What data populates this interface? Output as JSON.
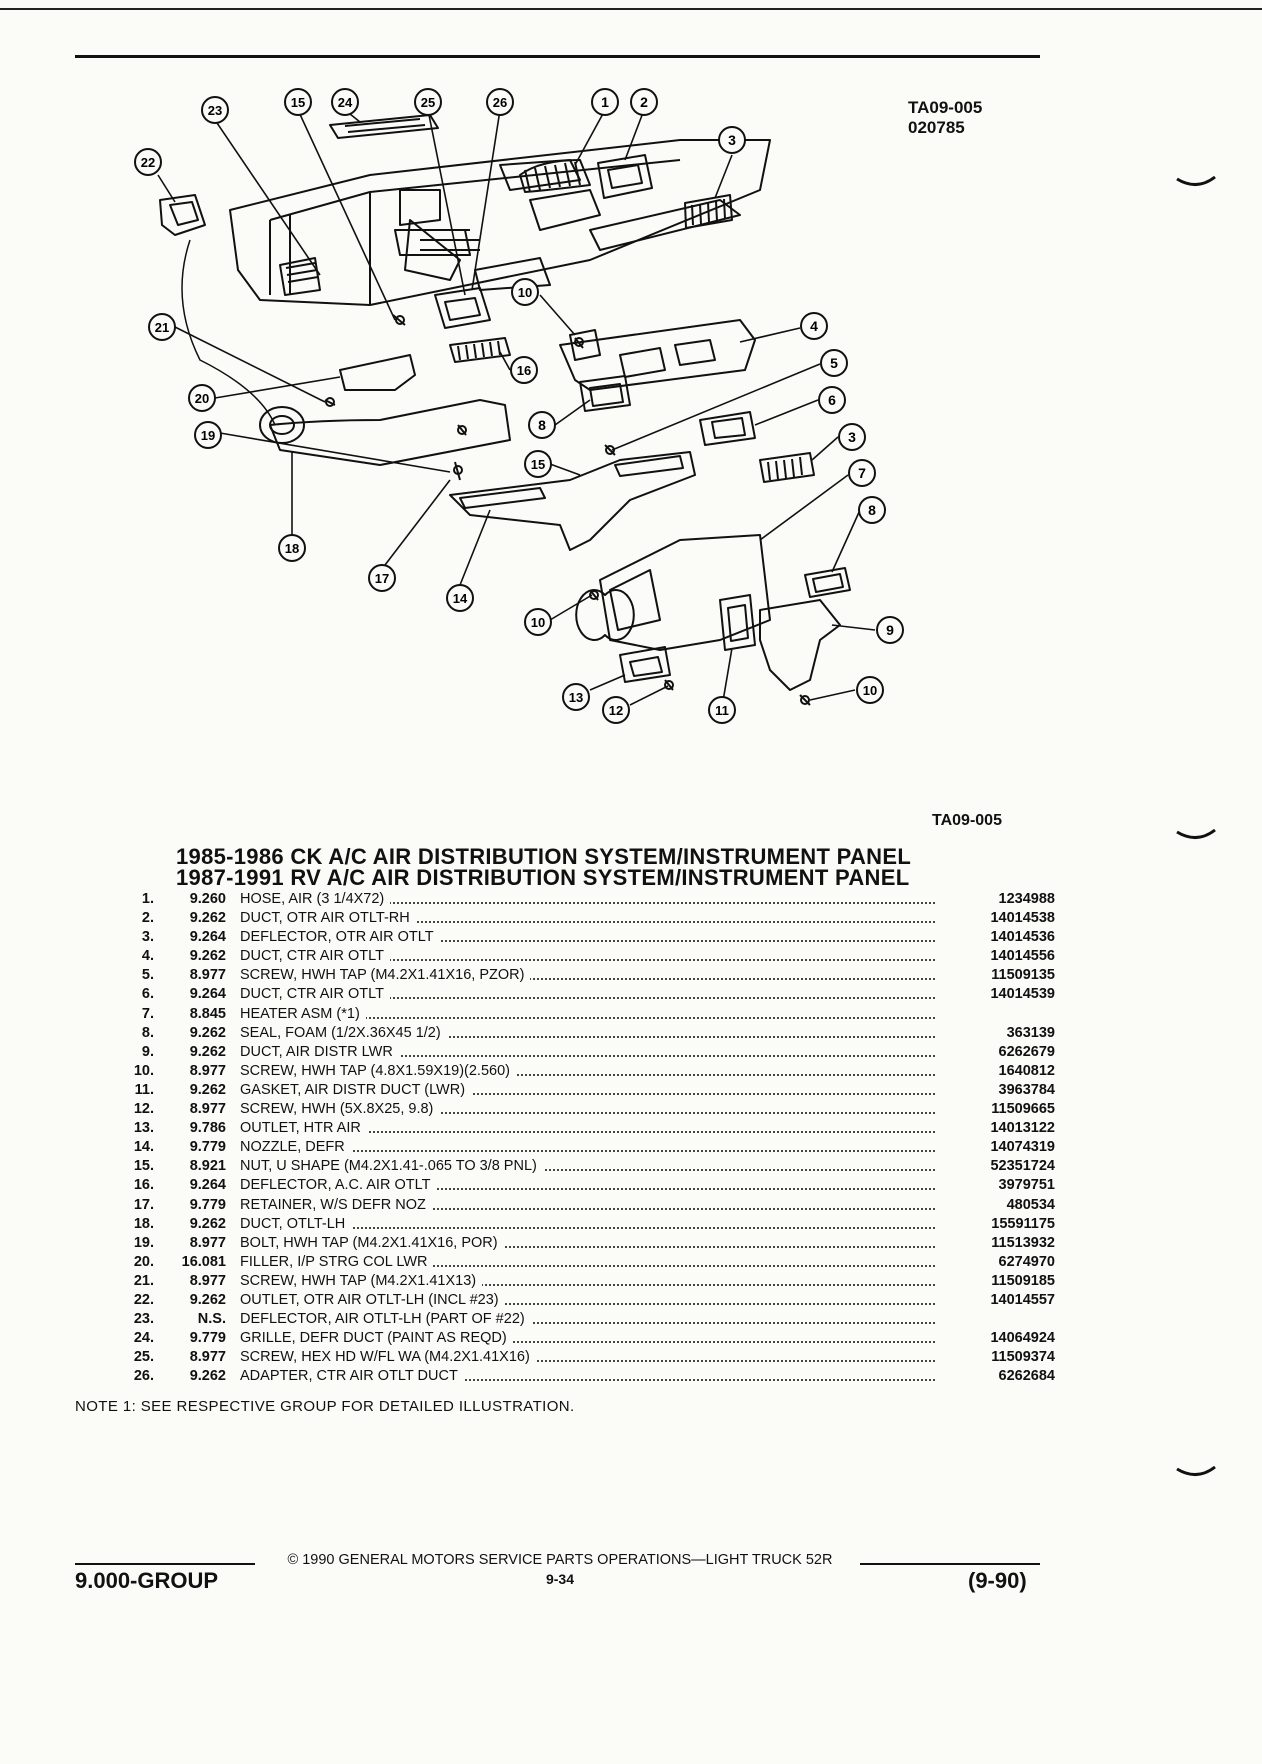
{
  "figure": {
    "code_top": "TA09-005",
    "date_code": "020785",
    "code_bottom": "TA09-005",
    "callouts": [
      "23",
      "15",
      "24",
      "25",
      "26",
      "1",
      "2",
      "3",
      "22",
      "10",
      "4",
      "21",
      "16",
      "5",
      "20",
      "8",
      "6",
      "19",
      "3",
      "15",
      "7",
      "8",
      "18",
      "17",
      "14",
      "10",
      "9",
      "13",
      "12",
      "11",
      "10"
    ]
  },
  "title": {
    "line1": "1985-1986 CK A/C AIR DISTRIBUTION SYSTEM/INSTRUMENT PANEL",
    "line2": "1987-1991 RV A/C AIR DISTRIBUTION SYSTEM/INSTRUMENT PANEL"
  },
  "parts": [
    {
      "num": "1.",
      "group": "9.260",
      "name": "HOSE",
      "detail": ", AIR (3 1/4X72)",
      "part": "1234988"
    },
    {
      "num": "2.",
      "group": "9.262",
      "name": "DUCT",
      "detail": ", OTR AIR OTLT-RH",
      "part": "14014538"
    },
    {
      "num": "3.",
      "group": "9.264",
      "name": "DEFLECTOR",
      "detail": ", OTR AIR OTLT",
      "part": "14014536"
    },
    {
      "num": "4.",
      "group": "9.262",
      "name": "DUCT",
      "detail": ", CTR AIR OTLT",
      "part": "14014556"
    },
    {
      "num": "5.",
      "group": "8.977",
      "name": "SCREW",
      "detail": ", HWH TAP (M4.2X1.41X16, PZOR)",
      "part": "11509135"
    },
    {
      "num": "6.",
      "group": "9.264",
      "name": "DUCT",
      "detail": ", CTR AIR OTLT",
      "part": "14014539"
    },
    {
      "num": "7.",
      "group": "8.845",
      "name": "HEATER ASM",
      "detail": " (*1)",
      "part": ""
    },
    {
      "num": "8.",
      "group": "9.262",
      "name": "SEAL",
      "detail": ", FOAM (1/2X.36X45 1/2)",
      "part": "363139"
    },
    {
      "num": "9.",
      "group": "9.262",
      "name": "DUCT",
      "detail": ", AIR DISTR LWR",
      "part": "6262679"
    },
    {
      "num": "10.",
      "group": "8.977",
      "name": "SCREW",
      "detail": ", HWH TAP (4.8X1.59X19)(2.560)",
      "part": "1640812"
    },
    {
      "num": "11.",
      "group": "9.262",
      "name": "GASKET",
      "detail": ", AIR DISTR DUCT (LWR)",
      "part": "3963784"
    },
    {
      "num": "12.",
      "group": "8.977",
      "name": "SCREW",
      "detail": ", HWH (5X.8X25, 9.8)",
      "part": "11509665"
    },
    {
      "num": "13.",
      "group": "9.786",
      "name": "OUTLET",
      "detail": ", HTR AIR",
      "part": "14013122"
    },
    {
      "num": "14.",
      "group": "9.779",
      "name": "NOZZLE",
      "detail": ", DEFR",
      "part": "14074319"
    },
    {
      "num": "15.",
      "group": "8.921",
      "name": "NUT",
      "detail": ", U SHAPE (M4.2X1.41-.065 TO 3/8 PNL)",
      "part": "52351724"
    },
    {
      "num": "16.",
      "group": "9.264",
      "name": "DEFLECTOR",
      "detail": ", A.C. AIR OTLT",
      "part": "3979751"
    },
    {
      "num": "17.",
      "group": "9.779",
      "name": "RETAINER",
      "detail": ", W/S DEFR NOZ",
      "part": "480534"
    },
    {
      "num": "18.",
      "group": "9.262",
      "name": "DUCT",
      "detail": ", OTLT-LH",
      "part": "15591175"
    },
    {
      "num": "19.",
      "group": "8.977",
      "name": "BOLT",
      "detail": ", HWH TAP (M4.2X1.41X16, POR)",
      "part": "11513932"
    },
    {
      "num": "20.",
      "group": "16.081",
      "name": "FILLER",
      "detail": ", I/P STRG COL LWR",
      "part": "6274970"
    },
    {
      "num": "21.",
      "group": "8.977",
      "name": "SCREW",
      "detail": ", HWH TAP (M4.2X1.41X13)",
      "part": "11509185"
    },
    {
      "num": "22.",
      "group": "9.262",
      "name": "OUTLET",
      "detail": ", OTR AIR OTLT-LH (INCL #23)",
      "part": "14014557"
    },
    {
      "num": "23.",
      "group": "N.S.",
      "name": "DEFLECTOR",
      "detail": ", AIR OTLT-LH (PART OF #22)",
      "part": ""
    },
    {
      "num": "24.",
      "group": "9.779",
      "name": "GRILLE",
      "detail": ", DEFR DUCT (PAINT AS REQD)",
      "part": "14064924"
    },
    {
      "num": "25.",
      "group": "8.977",
      "name": "SCREW",
      "detail": ", HEX HD W/FL WA (M4.2X1.41X16)",
      "part": "11509374"
    },
    {
      "num": "26.",
      "group": "9.262",
      "name": "ADAPTER",
      "detail": ", CTR AIR OTLT DUCT",
      "part": "6262684"
    }
  ],
  "note": "NOTE  1: SEE RESPECTIVE GROUP FOR DETAILED ILLUSTRATION.",
  "footer": {
    "copyright": "© 1990 GENERAL MOTORS SERVICE PARTS OPERATIONS—LIGHT TRUCK 52R",
    "page": "9-34",
    "group": "9.000-GROUP",
    "revision": "(9-90)"
  }
}
